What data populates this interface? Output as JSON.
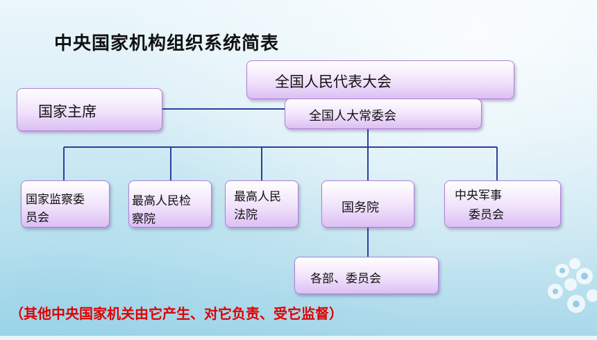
{
  "title": "中央国家机构组织系统简表",
  "nodes": {
    "npc": "全国人民代表大会",
    "npc_standing": "全国人大常委会",
    "president": "国家主席",
    "supervisory": [
      "国家监察委",
      "员会"
    ],
    "procuratorate": [
      "最高人民检",
      "察院"
    ],
    "court": [
      "最高人民",
      "法院"
    ],
    "state_council": "国务院",
    "military": [
      "中央军事",
      "委员会"
    ],
    "ministries": "各部、委员会"
  },
  "note": "（其他中央国家机关由它产生、对它负责、受它监督）",
  "colors": {
    "box_border": "#b07fd8",
    "line": "#2b3f9e",
    "note": "#e00000"
  }
}
